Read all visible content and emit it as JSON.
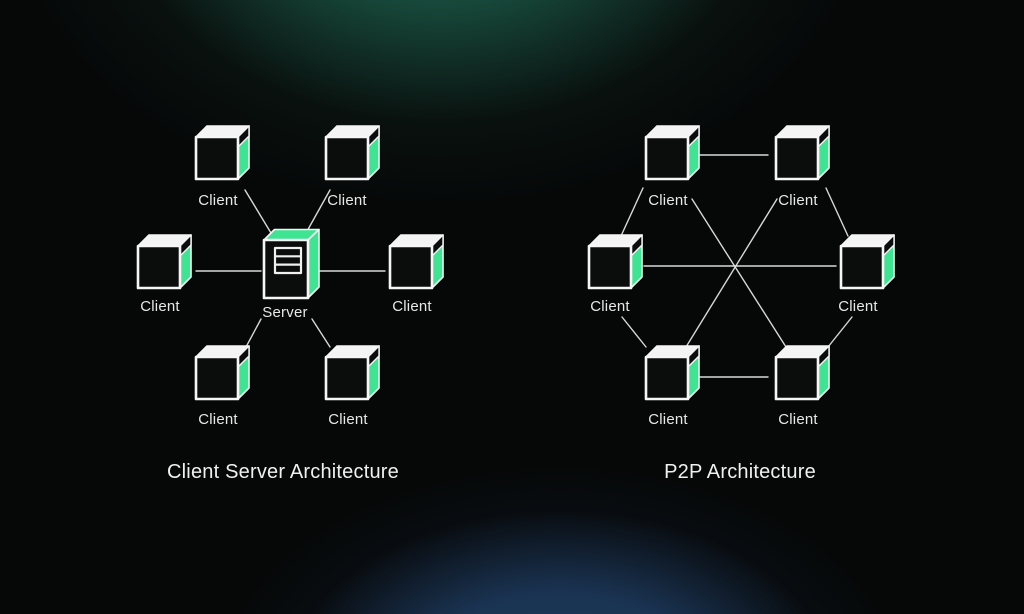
{
  "colors": {
    "accent_green": "#3EE492",
    "cube_top_white": "#F4F4F4",
    "cube_face_black": "#0B0D0C",
    "outline_white": "#F5F5F5",
    "connection_line": "#E3E3E3",
    "label_text": "#E8E8E8",
    "title_text": "#F0F0F0",
    "background_base": "#060808",
    "background_green_glow": "#1E5A44",
    "background_blue_glow": "#1C3A5C"
  },
  "client_server_diagram": {
    "title": "Client Server Architecture",
    "server_label": "Server",
    "clients": [
      "Client",
      "Client",
      "Client",
      "Client",
      "Client",
      "Client"
    ]
  },
  "p2p_diagram": {
    "title": "P2P Architecture",
    "clients": [
      "Client",
      "Client",
      "Client",
      "Client",
      "Client",
      "Client"
    ]
  }
}
